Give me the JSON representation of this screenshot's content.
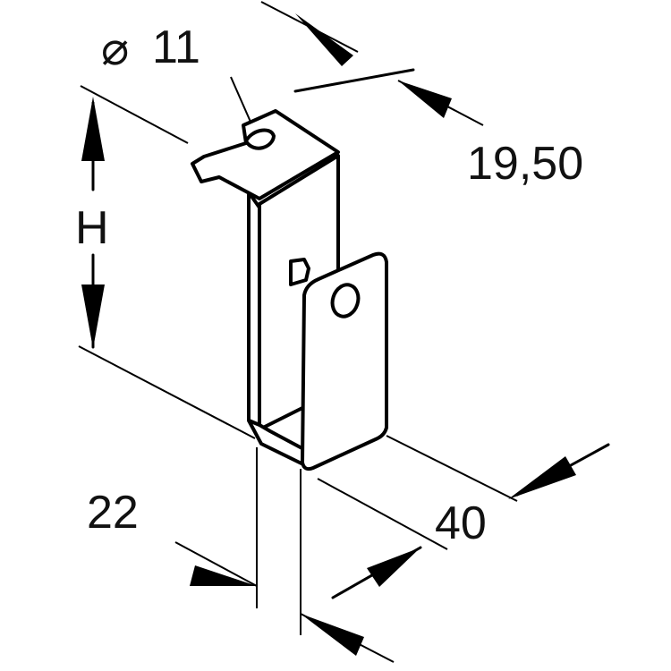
{
  "drawing": {
    "dimensions": {
      "hole_diameter": {
        "symbol": "⌀",
        "value": "11"
      },
      "flange_width": "19,50",
      "height": "H",
      "thickness": "22",
      "depth": "40"
    }
  }
}
